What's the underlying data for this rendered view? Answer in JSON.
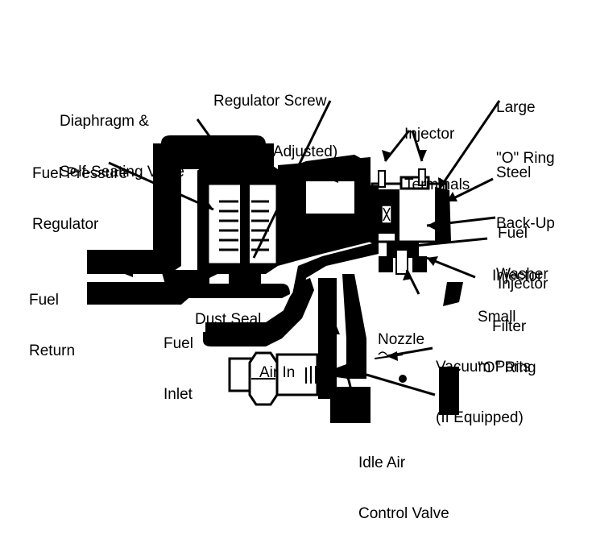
{
  "diagram": {
    "subject": "Throttle body fuel injection assembly",
    "colors": {
      "ink": "#000000",
      "paper": "#ffffff"
    },
    "labels": {
      "regulator_screw": [
        "Regulator Screw",
        "(Factory Adjusted)"
      ],
      "diaphragm": [
        "Diaphragm &",
        "Self-Seating Valve"
      ],
      "fuel_pressure_regulator": [
        "Fuel Pressure",
        "Regulator"
      ],
      "injector_terminals": [
        "Injector",
        "Terminals"
      ],
      "large_o_ring": [
        "Large",
        "\"O\" Ring"
      ],
      "steel_backup_washer": [
        "Steel",
        "Back-Up",
        "Washer"
      ],
      "fuel_injector": [
        "Fuel",
        "Injector"
      ],
      "injector_filter": [
        "Injector",
        "Filter"
      ],
      "small_o_ring": [
        "Small",
        "\"O\" Ring"
      ],
      "fuel_return": [
        "Fuel",
        "Return"
      ],
      "dust_seal": [
        "Dust Seal"
      ],
      "fuel_inlet": [
        "Fuel",
        "Inlet"
      ],
      "nozzle": [
        "Nozzle"
      ],
      "air_in": [
        "Air In"
      ],
      "vacuum_ports": [
        "Vacuum Ports",
        "(If Equipped)"
      ],
      "idle_air_control_valve": [
        "Idle Air",
        "Control Valve"
      ]
    }
  }
}
